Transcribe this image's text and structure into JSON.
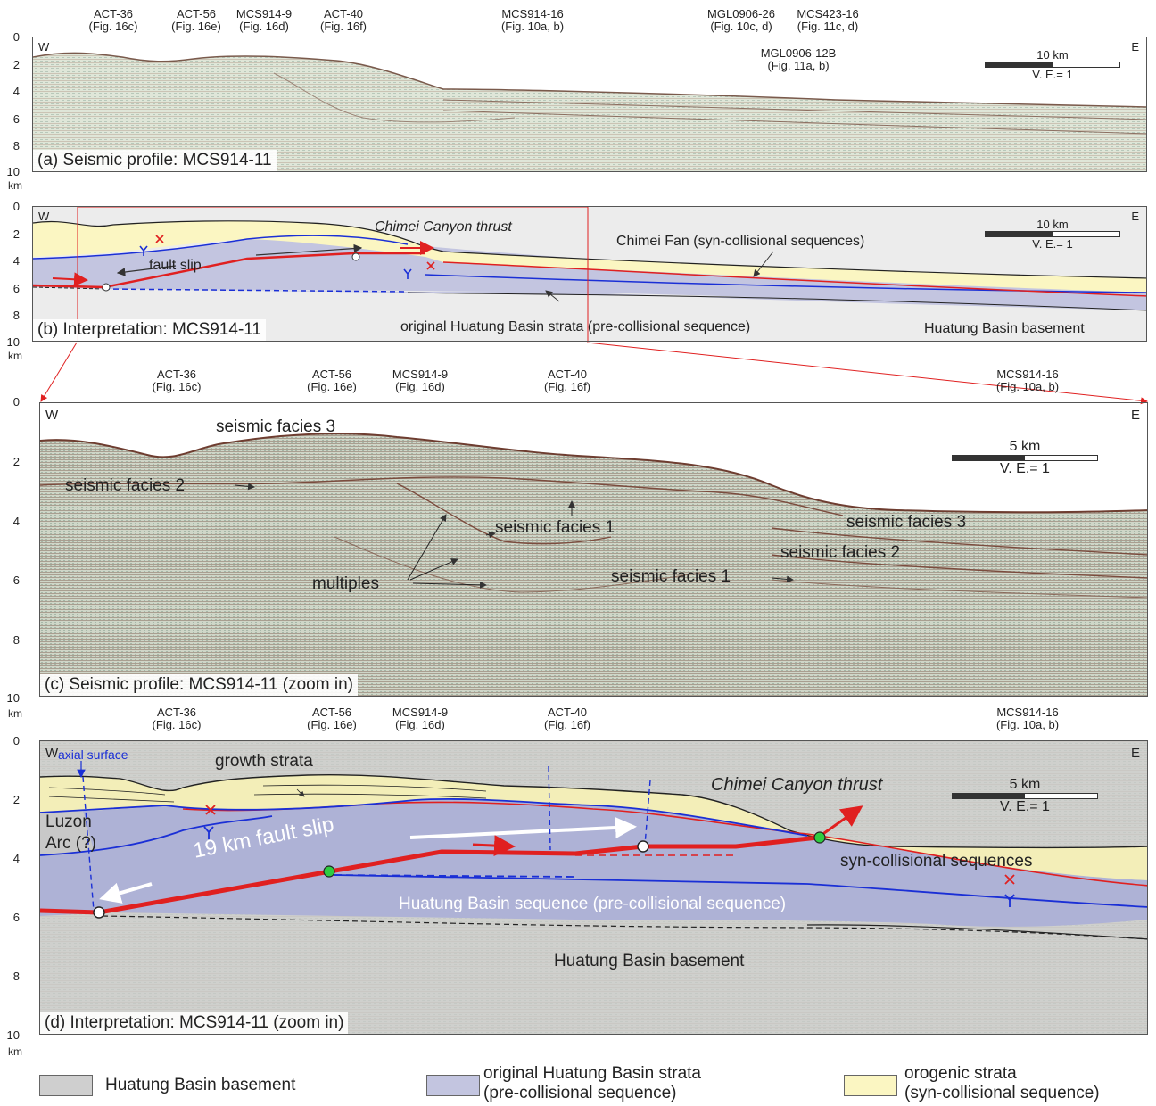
{
  "top_labels": [
    {
      "name": "ACT-36",
      "fig": "(Fig. 16c)"
    },
    {
      "name": "ACT-56",
      "fig": "(Fig. 16e)"
    },
    {
      "name": "MCS914-9",
      "fig": "(Fig. 16d)"
    },
    {
      "name": "ACT-40",
      "fig": "(Fig. 16f)"
    },
    {
      "name": "MCS914-16",
      "fig": "(Fig. 10a, b)"
    },
    {
      "name": "MGL0906-26",
      "fig": "(Fig. 10c, d)"
    },
    {
      "name": "MCS423-16",
      "fig": "(Fig. 11c, d)"
    }
  ],
  "mid_label": {
    "name": "MGL0906-12B",
    "fig": "(Fig. 11a, b)"
  },
  "zoom_labels": [
    {
      "name": "ACT-36",
      "fig": "(Fig. 16c)"
    },
    {
      "name": "ACT-56",
      "fig": "(Fig. 16e)"
    },
    {
      "name": "MCS914-9",
      "fig": "(Fig. 16d)"
    },
    {
      "name": "ACT-40",
      "fig": "(Fig. 16f)"
    },
    {
      "name": "MCS914-16",
      "fig": "(Fig. 10a, b)"
    }
  ],
  "depth_ticks_a": [
    "0",
    "2",
    "4",
    "6",
    "8",
    "10"
  ],
  "depth_ticks_b": [
    "0",
    "2",
    "4",
    "6",
    "8",
    "10"
  ],
  "depth_ticks_c": [
    "0",
    "2",
    "4",
    "6",
    "8",
    "10"
  ],
  "depth_ticks_d": [
    "0",
    "2",
    "4",
    "6",
    "8",
    "10"
  ],
  "km_unit": "km",
  "west": "W",
  "east": "E",
  "scale_large": {
    "length": "10 km",
    "ve": "V. E.= 1"
  },
  "scale_small": {
    "length": "5 km",
    "ve": "V. E.= 1"
  },
  "panel_a": {
    "title": "(a) Seismic profile: MCS914-11"
  },
  "panel_b": {
    "title": "(b) Interpretation: MCS914-11",
    "thrust": "Chimei Canyon thrust",
    "fault_slip": "fault slip",
    "fan": "Chimei Fan (syn-collisional sequences)",
    "strata": "original Huatung Basin strata (pre-collisional sequence)",
    "basement": "Huatung Basin basement"
  },
  "panel_c": {
    "title": "(c) Seismic profile: MCS914-11 (zoom in)",
    "facies3_w": "seismic facies 3",
    "facies2_w": "seismic facies 2",
    "facies1_w": "seismic facies 1",
    "multiples": "multiples",
    "facies3_e": "seismic facies 3",
    "facies2_e": "seismic facies 2",
    "facies1_e": "seismic facies 1"
  },
  "panel_d": {
    "title": "(d) Interpretation: MCS914-11 (zoom in)",
    "axial": "axial surface",
    "growth": "growth strata",
    "luzon1": "Luzon",
    "luzon2": "Arc (?)",
    "slip": "19 km fault slip",
    "thrust": "Chimei Canyon thrust",
    "syn": "syn-collisional sequences",
    "huatung_seq": "Huatung Basin sequence (pre-collisional sequence)",
    "basement": "Huatung Basin basement"
  },
  "legend": [
    {
      "line1": "Huatung Basin basement",
      "line2": "",
      "color": "#cfcfcf"
    },
    {
      "line1": "original Huatung Basin strata",
      "line2": "(pre-collisional sequence)",
      "color": "#c3c5e0"
    },
    {
      "line1": "orogenic strata",
      "line2": "(syn-collisional sequence)",
      "color": "#fbf6c2"
    }
  ],
  "colors": {
    "fault": "#e02020",
    "horizon": "#1a2fd6",
    "basement_fill": "#cfcfcf",
    "strata_fill": "#c3c5e0",
    "orogenic_fill": "#fbf6c2",
    "node_green": "#2ecc40"
  }
}
